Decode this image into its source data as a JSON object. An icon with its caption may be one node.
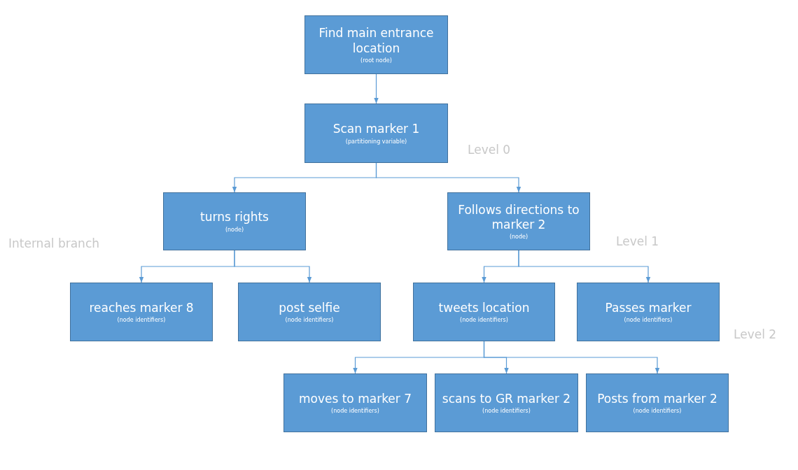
{
  "diagram": {
    "nodes": [
      {
        "text": [
          "Find main entrance location",
          "(root node)"
        ]
      },
      {
        "text": [
          "Scan marker 1",
          "(partitioning variable)"
        ]
      },
      {
        "text": [
          "turns rights",
          "(node)"
        ]
      },
      {
        "text": [
          "Follows directions to marker 2",
          "(node)"
        ]
      },
      {
        "text": [
          "reaches marker 8",
          "(node identifiers)"
        ]
      },
      {
        "text": [
          "post selfie",
          "(node identifiers)"
        ]
      },
      {
        "text": [
          "tweets location",
          "(node identifiers)"
        ]
      },
      {
        "text": [
          "Passes marker",
          "(node identifiers)"
        ]
      },
      {
        "text": [
          "moves to marker 7",
          "(node identifiers)"
        ]
      },
      {
        "text": [
          "scans to GR marker 2",
          "(node identifiers)"
        ]
      },
      {
        "text": [
          "Posts from marker 2",
          "(node identifiers)"
        ]
      }
    ],
    "edges": [
      {
        "from": 0,
        "to": 1,
        "arrow": "to"
      },
      {
        "from": 1,
        "to": 2,
        "arrow": "to"
      },
      {
        "from": 1,
        "to": 3,
        "arrow": "to"
      },
      {
        "from": 2,
        "to": 4,
        "arrow": "to"
      },
      {
        "from": 2,
        "to": 5,
        "arrow": "to"
      },
      {
        "from": 3,
        "to": 6,
        "arrow": "to"
      },
      {
        "from": 3,
        "to": 7,
        "arrow": "to"
      },
      {
        "from": 6,
        "to": 8,
        "arrow": "to"
      },
      {
        "from": 6,
        "to": 9,
        "arrow": "to"
      },
      {
        "from": 6,
        "to": 10,
        "arrow": "to"
      }
    ],
    "labels": [
      "Level 0",
      "Internal branch",
      "Level 1",
      "Level 2"
    ]
  }
}
